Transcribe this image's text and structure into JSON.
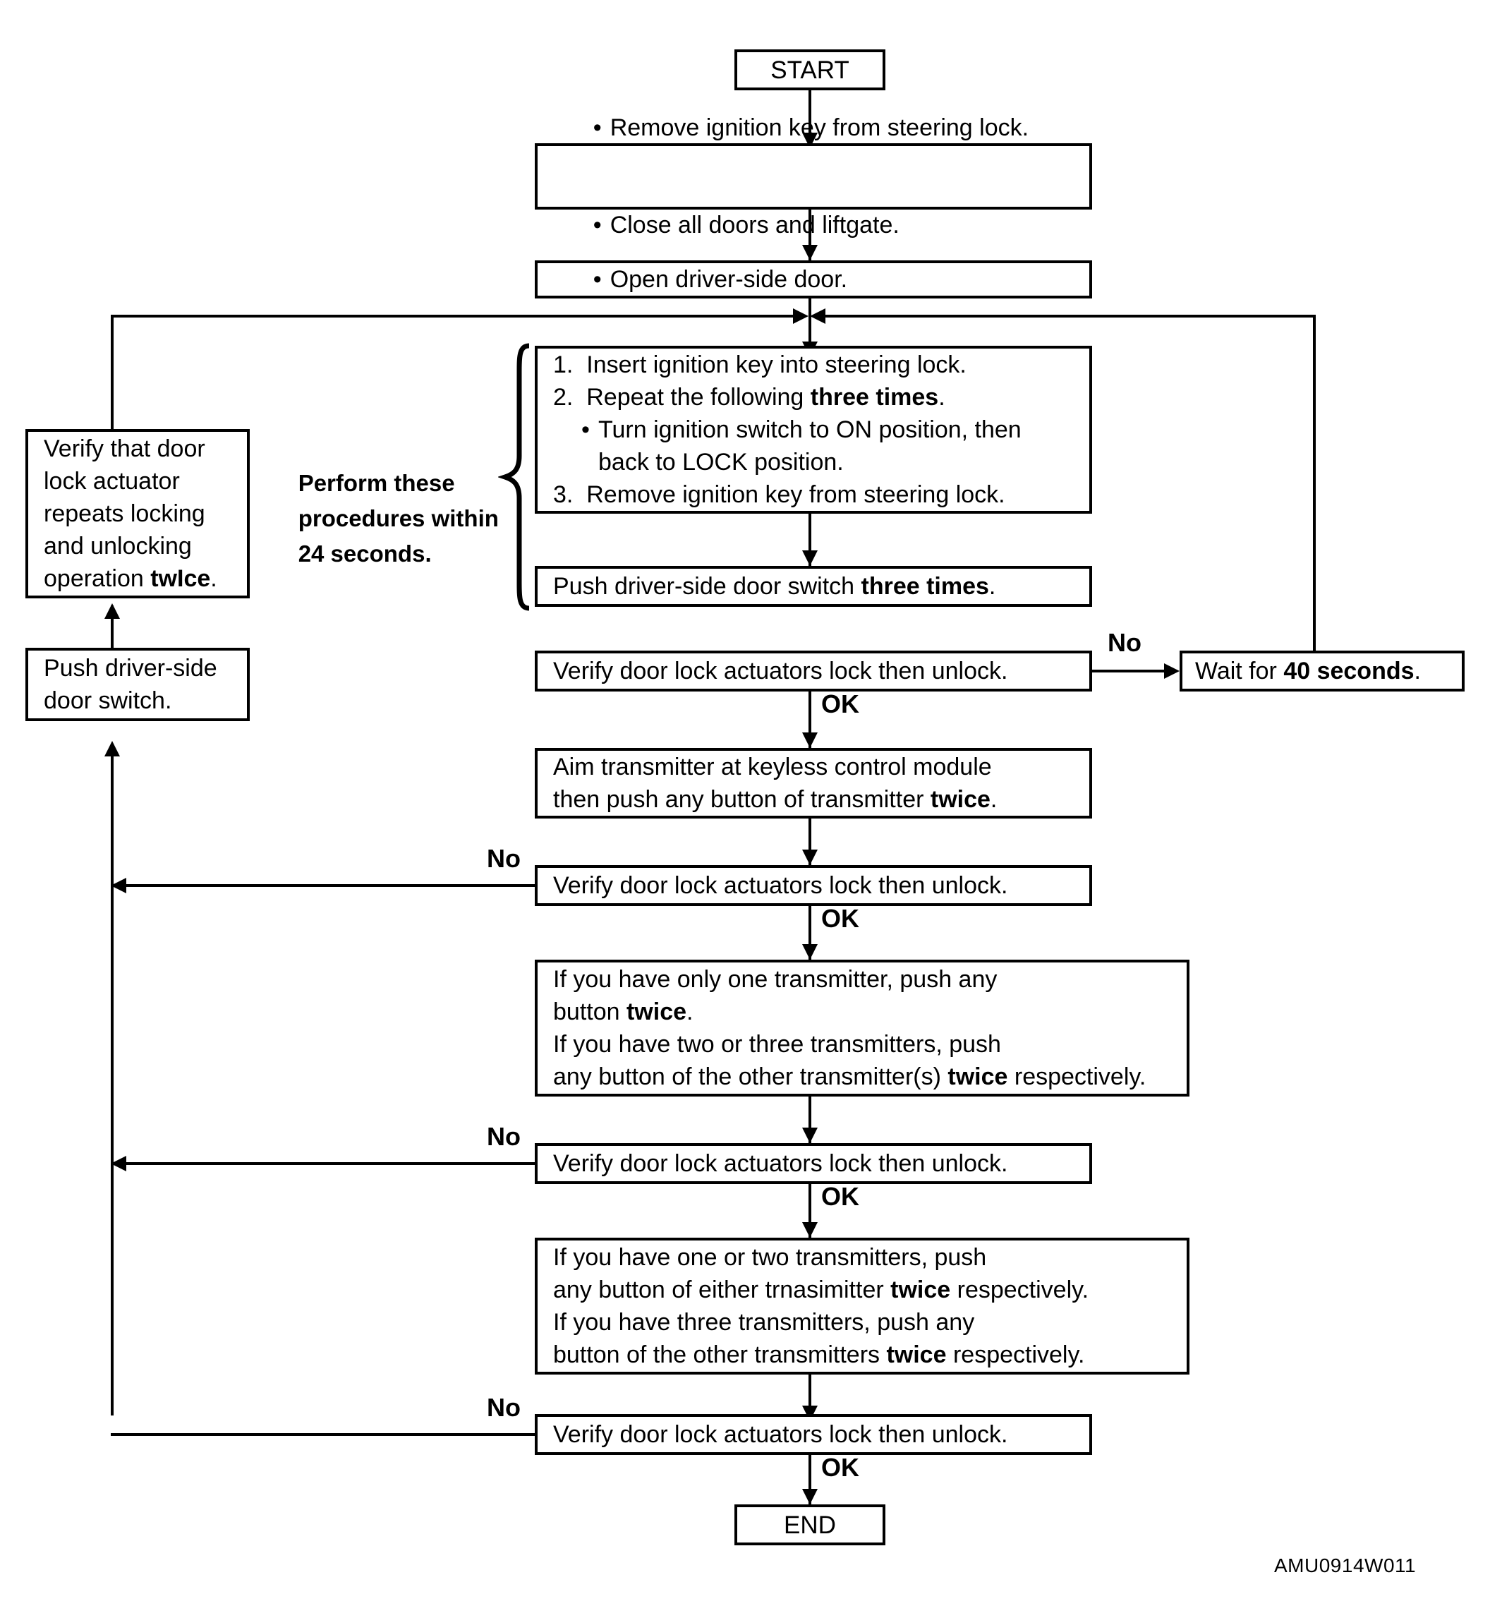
{
  "diagram": {
    "reference_code": "AMU0914W011",
    "nodes": {
      "start": {
        "label": "START"
      },
      "end": {
        "label": "END"
      },
      "prep": {
        "lines": [
          "Remove ignition key from steering lock.",
          "Close all doors and liftgate."
        ]
      },
      "open_door": {
        "lines": [
          "Open driver-side door."
        ]
      },
      "key_procedure": {
        "line1": "1.  Insert ignition key into steering lock.",
        "line2_pre": "2.  Repeat the following ",
        "line2_bold": "three times",
        "line2_post": ".",
        "line3_bullet": "Turn ignition switch to ON position, then",
        "line4_cont": "back to LOCK position.",
        "line5": "3.  Remove ignition key from steering lock."
      },
      "push_switch_three": {
        "pre": "Push driver-side door switch ",
        "bold": "three times",
        "post": "."
      },
      "verify1": {
        "label": "Verify door lock actuators lock then unlock."
      },
      "verify2": {
        "label": "Verify door lock actuators lock then unlock."
      },
      "verify3": {
        "label": "Verify door lock actuators lock then unlock."
      },
      "verify4": {
        "label": "Verify door lock actuators lock then unlock."
      },
      "wait40": {
        "pre": "Wait for ",
        "bold": "40 seconds",
        "post": "."
      },
      "aim_transmitter": {
        "line1": "Aim transmitter at keyless control module",
        "line2_pre": "then push any button of transmitter ",
        "line2_bold": "twice",
        "line2_post": "."
      },
      "transmitter_a": {
        "line1": "If you have only one transmitter, push any",
        "line2_pre": "button ",
        "line2_bold": "twice",
        "line2_post": ".",
        "line3": "If you have two or three transmitters, push",
        "line4_pre": "any button of the other transmitter(s) ",
        "line4_bold": "twice",
        "line4_post": " respectively."
      },
      "transmitter_b": {
        "line1": "If you have one or two transmitters, push",
        "line2_pre": "any button of either trnasimitter ",
        "line2_bold": "twice",
        "line2_post": " respectively.",
        "line3": "If you have three transmitters, push any",
        "line4_pre": "button of the other transmitters ",
        "line4_bold": "twice",
        "line4_post": " respectively."
      },
      "verify_actuator_repeat": {
        "line1": "Verify that door",
        "line2": "lock actuator",
        "line3": "repeats locking",
        "line4": "and unlocking",
        "line5_pre": "operation ",
        "line5_bold": "twIce",
        "line5_post": "."
      },
      "push_door_switch": {
        "line1": "Push driver-side",
        "line2": "door switch."
      }
    },
    "annotations": {
      "perform_within": {
        "line1": "Perform these",
        "line2": "procedures within",
        "line3": "24 seconds."
      },
      "no_1": "No",
      "no_2": "No",
      "no_3": "No",
      "no_4": "No",
      "ok_1": "OK",
      "ok_2": "OK",
      "ok_3": "OK",
      "ok_4": "OK"
    }
  }
}
